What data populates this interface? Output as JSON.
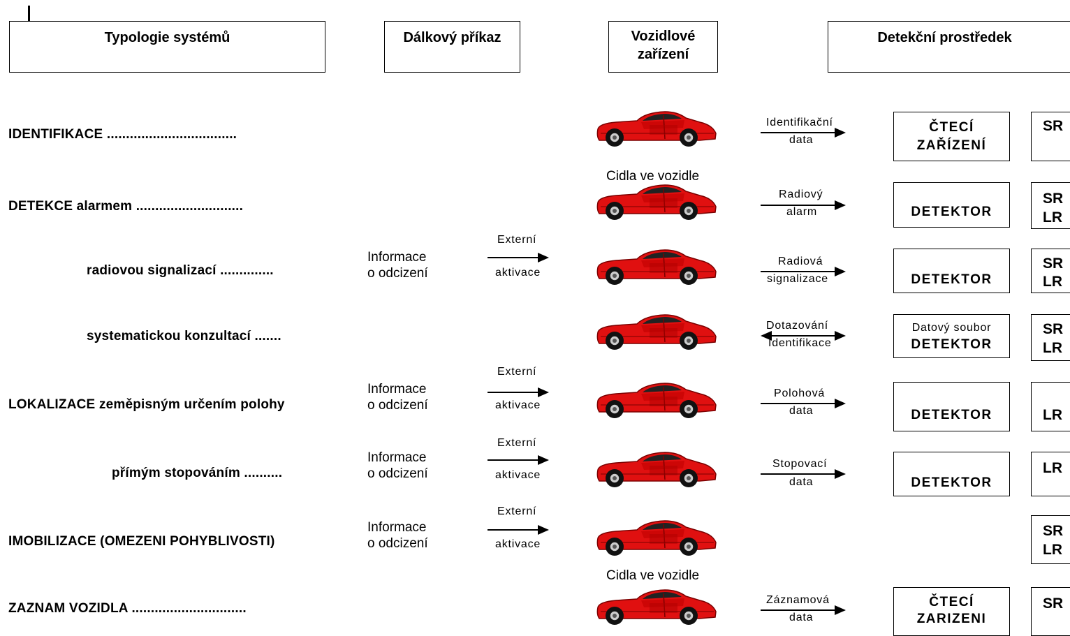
{
  "headers": {
    "typology": "Typologie systémů",
    "remote": "Dálkový příkaz",
    "vehicle_line1": "Vozidlové",
    "vehicle_line2": "zařízení",
    "detection": "Detekční prostředek"
  },
  "rows": [
    {
      "label": "IDENTIFIKACE ..................................",
      "data_top": "Identifikační",
      "data_bottom": "data",
      "device_line1": "ČTECÍ",
      "device_line2": "ZAŘÍZENÍ",
      "range_line1": "SR",
      "range_line2": ""
    },
    {
      "label": "DETEKCE  alarmem ............................",
      "caption": "Cidla ve vozidle",
      "data_top": "Radiový",
      "data_bottom": "alarm",
      "device_line2": "DETEKTOR",
      "range_line1": "SR",
      "range_line2": "LR"
    },
    {
      "label": "radiovou signalizací ..............",
      "info1": "Informace",
      "info2": "o odcizení",
      "ext_top": "Externí",
      "ext_bottom": "aktivace",
      "data_top": "Radiová",
      "data_bottom": "signalizace",
      "device_line2": "DETEKTOR",
      "range_line1": "SR",
      "range_line2": "LR"
    },
    {
      "label": "systematickou konzultací .......",
      "data_top": "Dotazování",
      "data_bottom": "Identifikace",
      "device_line1": "Datový soubor",
      "device_line2": "DETEKTOR",
      "range_line1": "SR",
      "range_line2": "LR"
    },
    {
      "label": "LOKALIZACE zeměpisným určením polohy",
      "info1": "Informace",
      "info2": "o odcizení",
      "ext_top": "Externí",
      "ext_bottom": "aktivace",
      "data_top": "Polohová",
      "data_bottom": "data",
      "device_line2": "DETEKTOR",
      "range_line1": "LR"
    },
    {
      "label": "přímým stopováním ..........",
      "info1": "Informace",
      "info2": "o odcizení",
      "ext_top": "Externí",
      "ext_bottom": "aktivace",
      "data_top": "Stopovací",
      "data_bottom": "data",
      "device_line2": "DETEKTOR",
      "range_line1": "LR"
    },
    {
      "label": "IMOBILIZACE (OMEZENI POHYBLIVOSTI)",
      "info1": "Informace",
      "info2": "o odcizení",
      "ext_top": "Externí",
      "ext_bottom": "aktivace",
      "range_line1": "SR",
      "range_line2": "LR"
    },
    {
      "label": "ZAZNAM VOZIDLA ..............................",
      "caption": "Cidla ve vozidle",
      "data_top": "Záznamová",
      "data_bottom": "data",
      "device_line1": "ČTECÍ",
      "device_line2": "ZARIZENI",
      "range_line1": "SR"
    }
  ],
  "colors": {
    "car_body": "#e01010",
    "car_dark": "#7a0000",
    "line": "#000000"
  }
}
